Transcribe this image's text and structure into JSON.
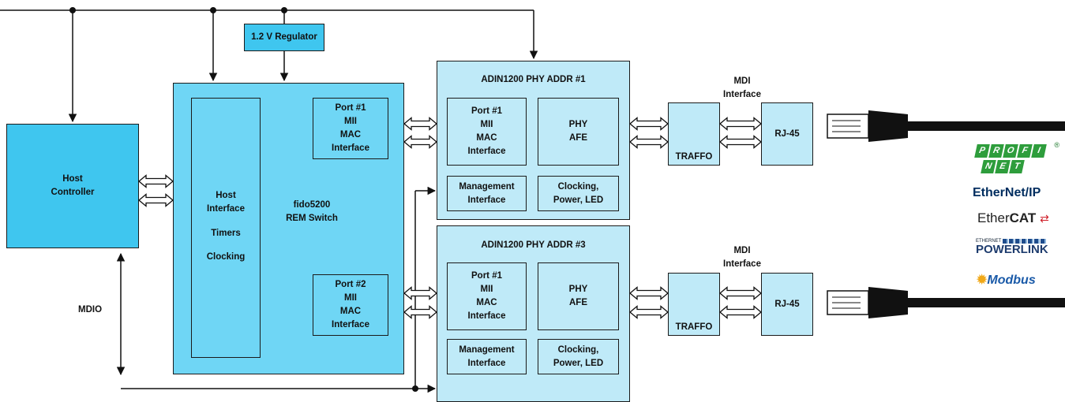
{
  "regulator": "1.2 V Regulator",
  "host_controller": "Host\nController",
  "switch": {
    "host_interface": "Host\nInterface",
    "timers": "Timers",
    "clocking": "Clocking",
    "name": "fido5200\nREM Switch",
    "port1": "Port #1\nMII\nMAC\nInterface",
    "port2": "Port #2\nMII\nMAC\nInterface"
  },
  "phy1": {
    "title": "ADIN1200 PHY ADDR #1",
    "port": "Port #1\nMII\nMAC\nInterface",
    "afe": "PHY\nAFE",
    "mgmt": "Management\nInterface",
    "clk": "Clocking,\nPower, LED"
  },
  "phy3": {
    "title": "ADIN1200 PHY ADDR #3",
    "port": "Port #1\nMII\nMAC\nInterface",
    "afe": "PHY\nAFE",
    "mgmt": "Management\nInterface",
    "clk": "Clocking,\nPower, LED"
  },
  "mdi_label": "MDI\nInterface",
  "traffo": "TRAFFO",
  "rj45": "RJ-45",
  "mdio": "MDIO",
  "logos": {
    "profinet_top": "PROFI",
    "profinet_bottom": "NET",
    "ethernetip": "EtherNet/IP",
    "ethercat_a": "Ether",
    "ethercat_b": "CAT",
    "powerlink_small": "ETHERNET",
    "powerlink": "POWERLINK",
    "modbus": "Modbus"
  },
  "colors": {
    "dark": "#3fc6ef",
    "mid": "#6fd6f5",
    "light": "#bfeaf8"
  }
}
